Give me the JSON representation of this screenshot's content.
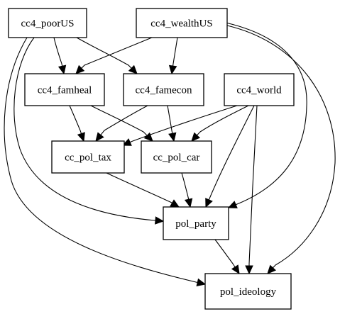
{
  "graph": {
    "nodes": [
      {
        "id": "cc4_poorUS",
        "label": "cc4_poorUS"
      },
      {
        "id": "cc4_wealthUS",
        "label": "cc4_wealthUS"
      },
      {
        "id": "cc4_famheal",
        "label": "cc4_famheal"
      },
      {
        "id": "cc4_famecon",
        "label": "cc4_famecon"
      },
      {
        "id": "cc4_world",
        "label": "cc4_world"
      },
      {
        "id": "cc_pol_tax",
        "label": "cc_pol_tax"
      },
      {
        "id": "cc_pol_car",
        "label": "cc_pol_car"
      },
      {
        "id": "pol_party",
        "label": "pol_party"
      },
      {
        "id": "pol_ideology",
        "label": "pol_ideology"
      }
    ],
    "edges": [
      {
        "from": "cc4_poorUS",
        "to": "cc4_famheal"
      },
      {
        "from": "cc4_poorUS",
        "to": "cc4_famecon"
      },
      {
        "from": "cc4_poorUS",
        "to": "pol_party"
      },
      {
        "from": "cc4_poorUS",
        "to": "pol_ideology"
      },
      {
        "from": "cc4_wealthUS",
        "to": "cc4_famheal"
      },
      {
        "from": "cc4_wealthUS",
        "to": "cc4_famecon"
      },
      {
        "from": "cc4_wealthUS",
        "to": "pol_party"
      },
      {
        "from": "cc4_wealthUS",
        "to": "pol_ideology"
      },
      {
        "from": "cc4_famheal",
        "to": "cc_pol_tax"
      },
      {
        "from": "cc4_famheal",
        "to": "cc_pol_car"
      },
      {
        "from": "cc4_famecon",
        "to": "cc_pol_tax"
      },
      {
        "from": "cc4_famecon",
        "to": "cc_pol_car"
      },
      {
        "from": "cc4_world",
        "to": "cc_pol_tax"
      },
      {
        "from": "cc4_world",
        "to": "cc_pol_car"
      },
      {
        "from": "cc4_world",
        "to": "pol_party"
      },
      {
        "from": "cc4_world",
        "to": "pol_ideology"
      },
      {
        "from": "cc_pol_tax",
        "to": "pol_party"
      },
      {
        "from": "cc_pol_car",
        "to": "pol_party"
      },
      {
        "from": "pol_party",
        "to": "pol_ideology"
      }
    ]
  },
  "colors": {
    "stroke": "#000000",
    "fill": "#ffffff",
    "text": "#000000"
  }
}
